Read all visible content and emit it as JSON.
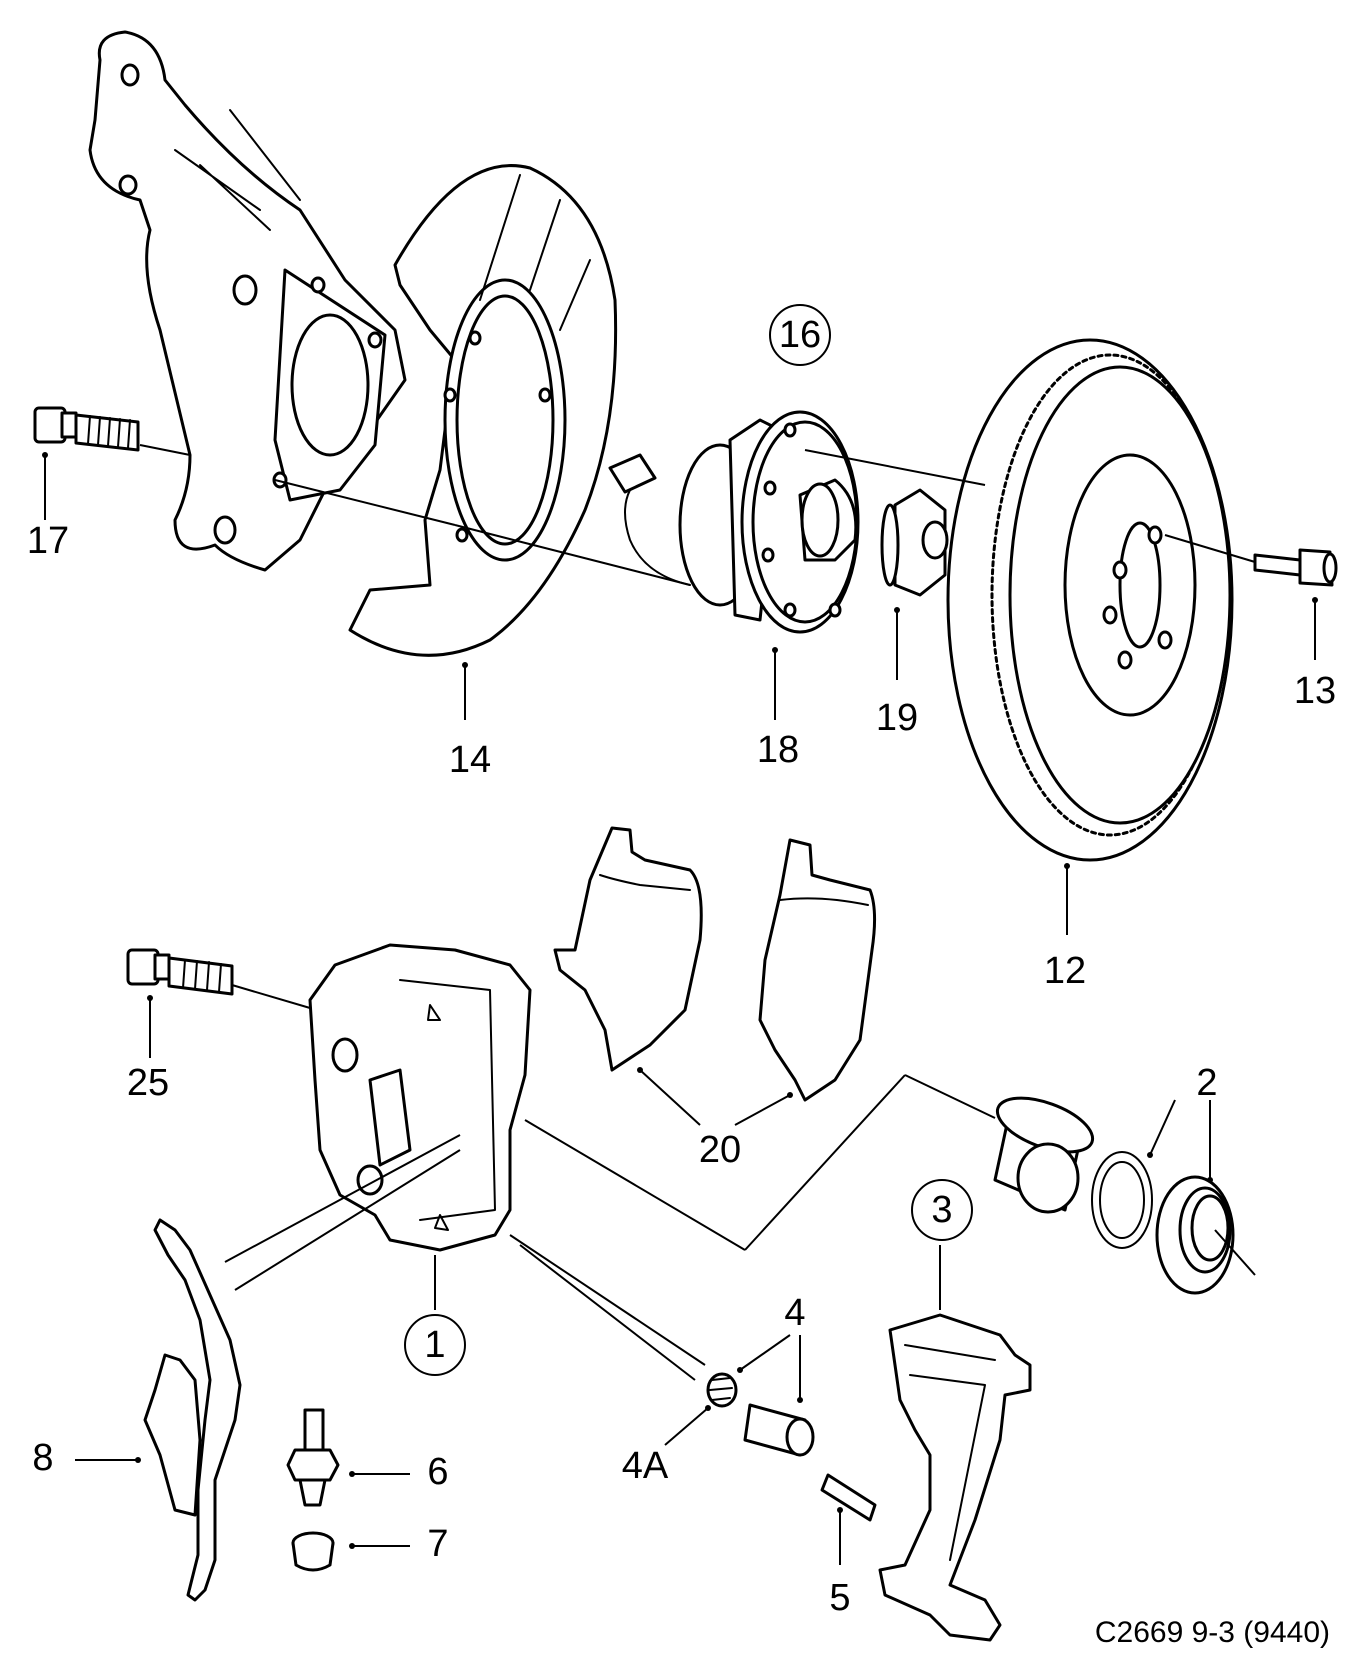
{
  "labels": {
    "l1": "1",
    "l2": "2",
    "l3": "3",
    "l4": "4",
    "l4a": "4A",
    "l5": "5",
    "l6": "6",
    "l7": "7",
    "l8": "8",
    "l12": "12",
    "l13": "13",
    "l14": "14",
    "l16": "16",
    "l17": "17",
    "l18": "18",
    "l19": "19",
    "l20": "20",
    "l25": "25"
  },
  "figure_code": "C2669 9-3 (9440)"
}
